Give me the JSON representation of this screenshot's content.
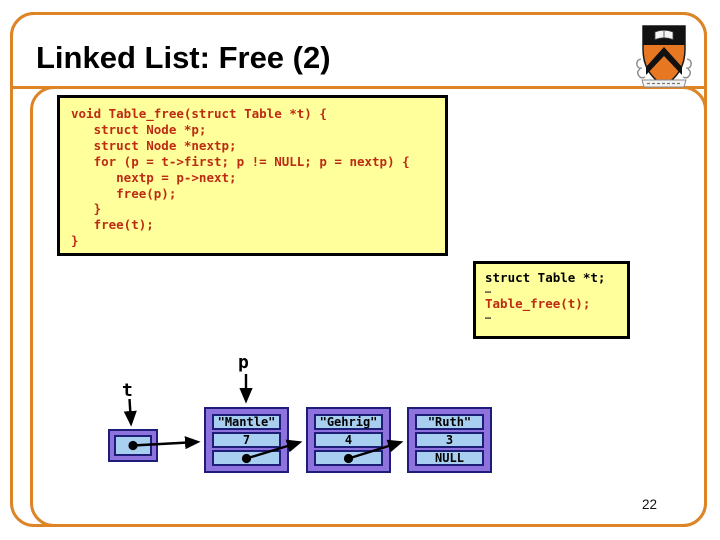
{
  "slide": {
    "title": "Linked List: Free (2)",
    "page_number": "22"
  },
  "logo": {
    "name": "princeton-shield"
  },
  "code_main": {
    "lines": [
      "void Table_free(struct Table *t) {",
      "   struct Node *p;",
      "   struct Node *nextp;",
      "   for (p = t->first; p != NULL; p = nextp) {",
      "      nextp = p->next;",
      "      free(p);",
      "   }",
      "   free(t);",
      "}"
    ]
  },
  "code_caller": {
    "line1": "struct Table *t;",
    "ellipsis1": "…",
    "line2": "Table_free(t);",
    "ellipsis2": "…"
  },
  "diagram": {
    "labels": {
      "table_pointer": "t",
      "node_pointer": "p"
    },
    "nodes": [
      {
        "name": "\"Mantle\"",
        "value": "7",
        "next": ""
      },
      {
        "name": "\"Gehrig\"",
        "value": "4",
        "next": ""
      },
      {
        "name": "\"Ruth\"",
        "value": "3",
        "next": "NULL"
      }
    ]
  },
  "colors": {
    "accent_orange": "#DC8426",
    "code_bg_yellow": "#FFFF9B",
    "code_red": "#BE2B15",
    "node_purple": "#8E72DE",
    "cell_blue": "#A8CEF0",
    "border_navy": "#1E1E78"
  }
}
